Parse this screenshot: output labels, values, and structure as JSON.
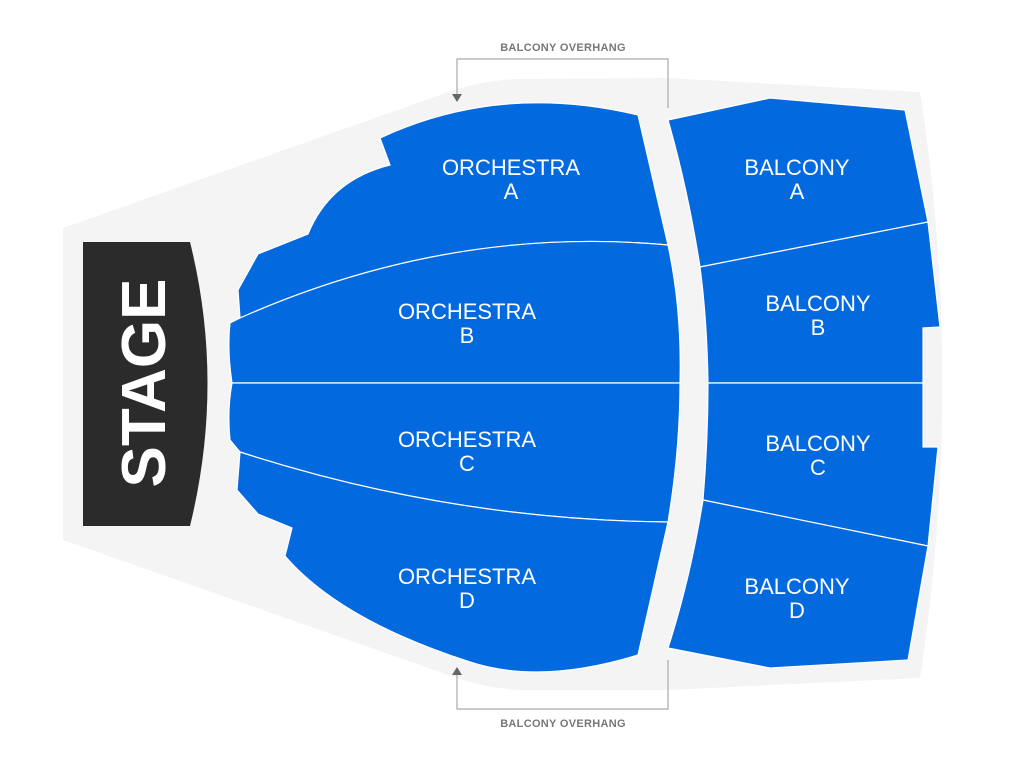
{
  "colors": {
    "section": "#0369de",
    "stage": "#2b2b2b",
    "floor": "#f4f4f4",
    "annotation": "#777777"
  },
  "stage": {
    "label": "STAGE"
  },
  "overhang": {
    "top_label": "BALCONY OVERHANG",
    "bottom_label": "BALCONY OVERHANG"
  },
  "sections": {
    "orchestra_a": {
      "line1": "ORCHESTRA",
      "line2": "A"
    },
    "orchestra_b": {
      "line1": "ORCHESTRA",
      "line2": "B"
    },
    "orchestra_c": {
      "line1": "ORCHESTRA",
      "line2": "C"
    },
    "orchestra_d": {
      "line1": "ORCHESTRA",
      "line2": "D"
    },
    "balcony_a": {
      "line1": "BALCONY",
      "line2": "A"
    },
    "balcony_b": {
      "line1": "BALCONY",
      "line2": "B"
    },
    "balcony_c": {
      "line1": "BALCONY",
      "line2": "C"
    },
    "balcony_d": {
      "line1": "BALCONY",
      "line2": "D"
    }
  }
}
